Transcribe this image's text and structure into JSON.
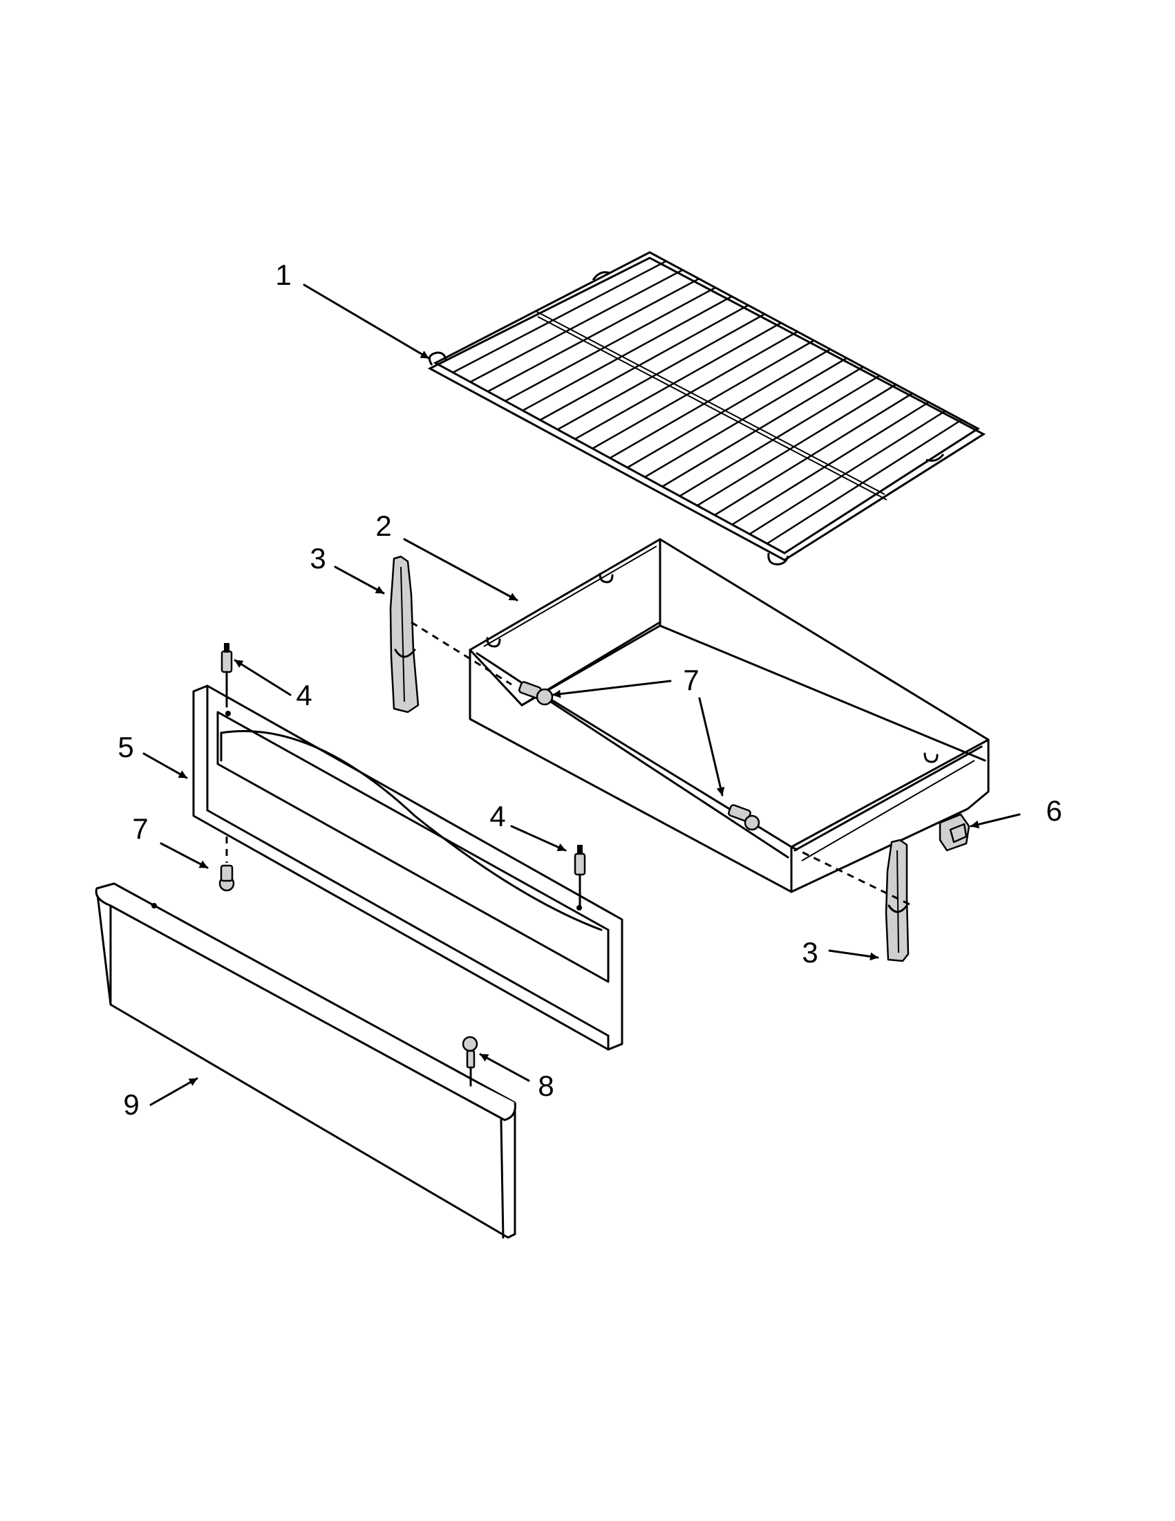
{
  "callouts": {
    "oven_rack": "1",
    "drawer": "2",
    "slide_left": "3",
    "slide_right": "3",
    "stud_top": "4",
    "stud_right": "4",
    "drawer_front_inner": "5",
    "clip": "6",
    "screw_drawer_left": "7",
    "screw_drawer_right": "7",
    "screw_panel": "7",
    "screw_front": "8",
    "drawer_front_outer": "9"
  }
}
